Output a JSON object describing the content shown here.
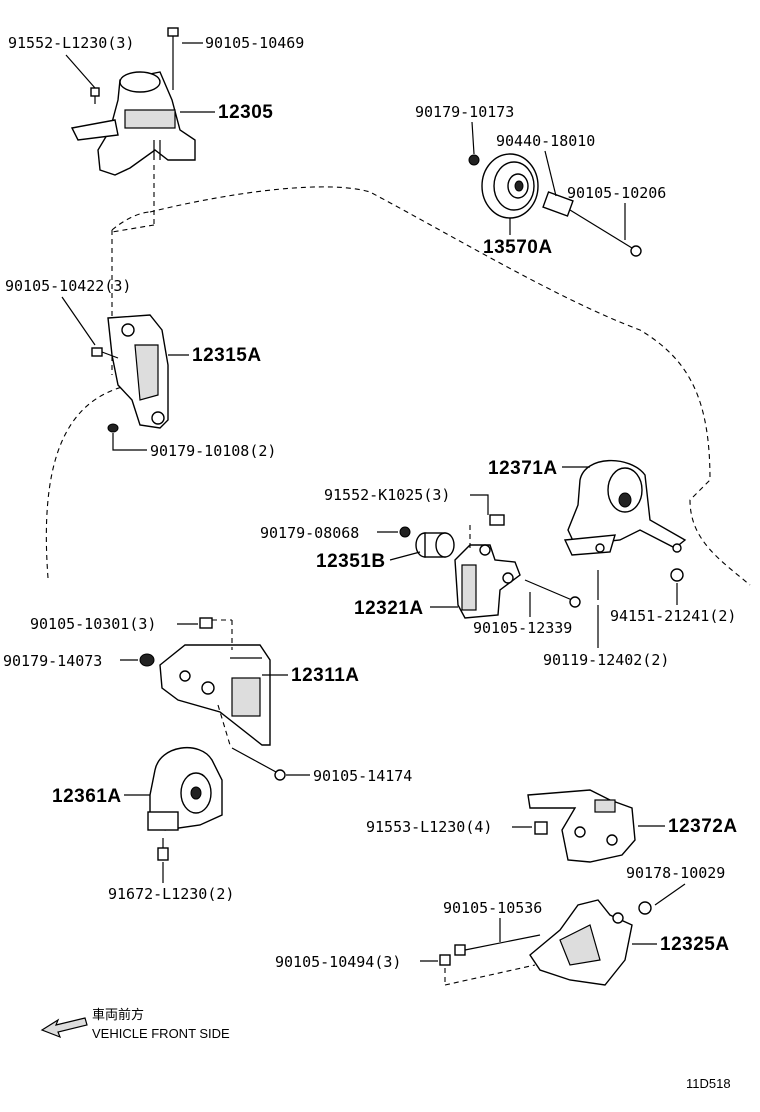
{
  "labels": {
    "p91552_L1230": "91552-L1230(3)",
    "p90105_10469": "90105-10469",
    "p12305": "12305",
    "p90179_10173": "90179-10173",
    "p90440_18010": "90440-18010",
    "p90105_10206": "90105-10206",
    "p13570A": "13570A",
    "p90105_10422": "90105-10422(3)",
    "p12315A": "12315A",
    "p90179_10108": "90179-10108(2)",
    "p12371A": "12371A",
    "p91552_K1025": "91552-K1025(3)",
    "p90179_08068": "90179-08068",
    "p12351B": "12351B",
    "p12321A": "12321A",
    "p90105_12339": "90105-12339",
    "p94151_21241": "94151-21241(2)",
    "p90119_12402": "90119-12402(2)",
    "p90105_10301": "90105-10301(3)",
    "p90179_14073": "90179-14073",
    "p12311A": "12311A",
    "p90105_14174": "90105-14174",
    "p12361A": "12361A",
    "p91672_L1230": "91672-L1230(2)",
    "p91553_L1230": "91553-L1230(4)",
    "p12372A": "12372A",
    "p90178_10029": "90178-10029",
    "p90105_10536": "90105-10536",
    "p12325A": "12325A",
    "p90105_10494": "90105-10494(3)"
  },
  "legend": {
    "japanese": "車両前方",
    "english": "VEHICLE FRONT SIDE"
  },
  "diagram_code": "11D518"
}
